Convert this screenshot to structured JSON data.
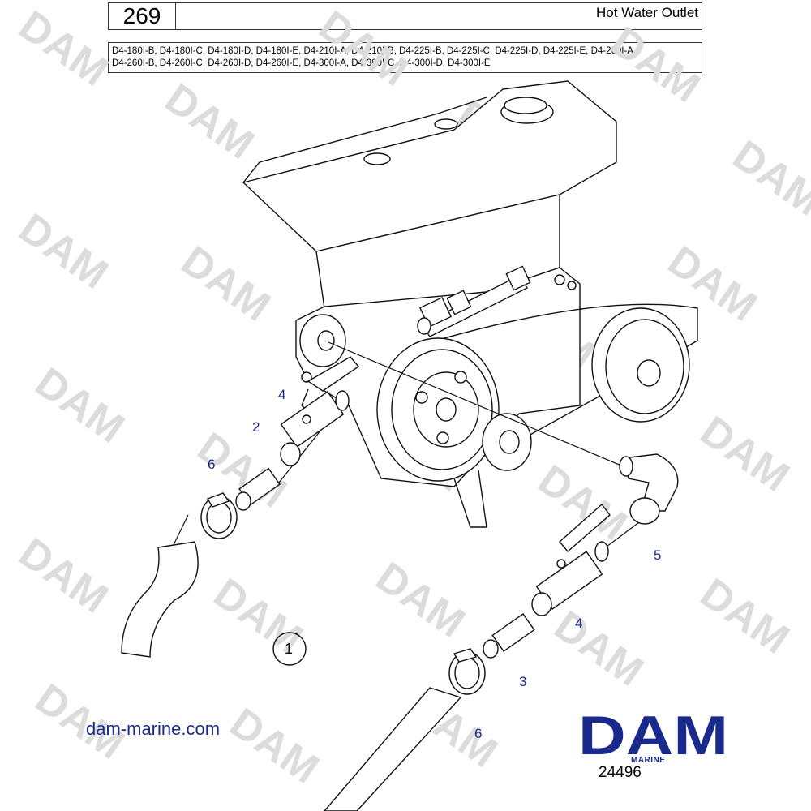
{
  "header": {
    "page_number": "269",
    "title": "Hot Water Outlet"
  },
  "models": {
    "line1": "D4-180I-B, D4-180I-C, D4-180I-D, D4-180I-E, D4-210I-A, D4-210I-B, D4-225I-B, D4-225I-C, D4-225I-D, D4-225I-E, D4-260I-A,",
    "line2": "D4-260I-B, D4-260I-C, D4-260I-D, D4-260I-E, D4-300I-A, D4-300I-C, D4-300I-D, D4-300I-E"
  },
  "callouts": {
    "c1": "1",
    "c2": "2",
    "c3": "3",
    "c4a": "4",
    "c4b": "4",
    "c5": "5",
    "c6a": "6",
    "c6b": "6"
  },
  "watermark": {
    "text": "DAM"
  },
  "footer": {
    "url": "dam-marine.com",
    "logo": "DAM",
    "logo_sub": "MARINE",
    "figure_number": "24496"
  },
  "colors": {
    "callout": "#1a2a8c",
    "brand": "#1a2a8c",
    "line": "#111111",
    "watermark": "#d9d9d9"
  }
}
